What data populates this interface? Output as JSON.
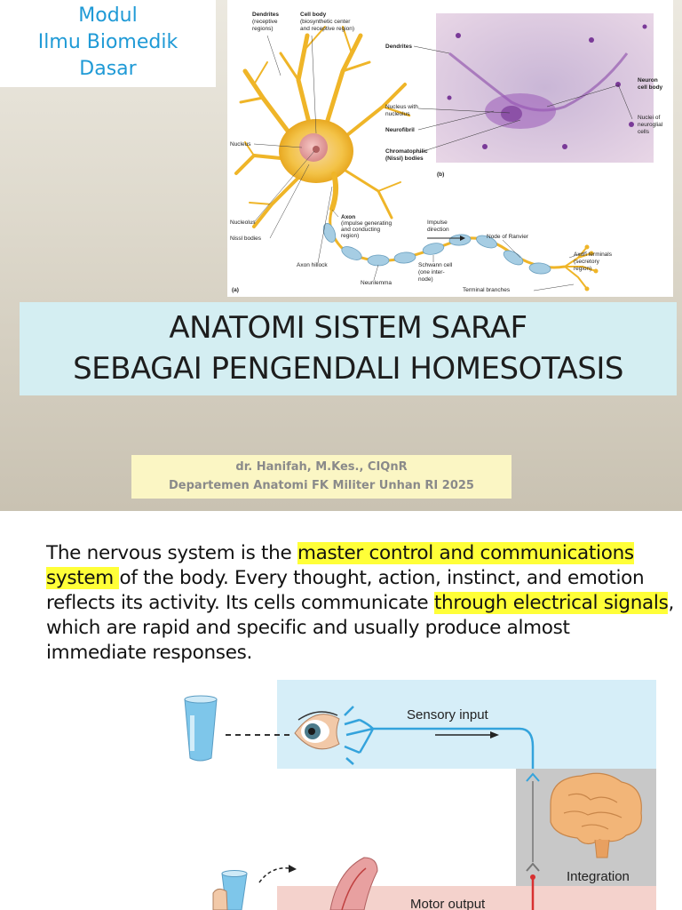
{
  "slide1": {
    "module_lines": [
      "Modul",
      "Ilmu Biomedik",
      "Dasar"
    ],
    "neuron_figure": {
      "label_dendrites": "Dendrites",
      "label_dendrites_sub1": "(receptive",
      "label_dendrites_sub2": "regions)",
      "label_cell_body": "Cell body",
      "label_cell_body_sub1": "(biosynthetic center",
      "label_cell_body_sub2": "and receptive region)",
      "label_nucleus": "Nucleus",
      "label_nucleolus": "Nucleolus",
      "label_nissl": "Nissl bodies",
      "label_axon_hillock": "Axon hillock",
      "label_axon": "Axon",
      "label_axon_sub1": "(impulse generating",
      "label_axon_sub2": "and conducting",
      "label_axon_sub3": "region)",
      "label_impulse1": "Impulse",
      "label_impulse2": "direction",
      "label_node": "Node of Ranvier",
      "label_neurilemma": "Neurilemma",
      "label_schwann1": "Schwann cell",
      "label_schwann2": "(one inter-",
      "label_schwann3": "node)",
      "label_terminals1": "Axon terminals",
      "label_terminals2": "(secretory",
      "label_terminals3": "region)",
      "label_terminal_branches": "Terminal branches",
      "label_a": "(a)",
      "label_b": "(b)",
      "micro_dendrites": "Dendrites",
      "micro_nucleus1": "Nucleus with",
      "micro_nucleus2": "nucleolus",
      "micro_neurofibril": "Neurofibril",
      "micro_chromato1": "Chromatophilic",
      "micro_chromato2": "(Nissl) bodies",
      "micro_neuron1": "Neuron",
      "micro_neuron2": "cell body",
      "micro_nuclei1": "Nuclei of",
      "micro_nuclei2": "neuroglial",
      "micro_nuclei3": "cells"
    },
    "title_lines": [
      "ANATOMI SISTEM SARAF",
      "SEBAGAI PENGENDALI HOMESOTASIS"
    ],
    "author_lines": [
      "dr. Hanifah, M.Kes., CIQnR",
      "Departemen Anatomi FK Militer Unhan RI  2025"
    ]
  },
  "slide2": {
    "intro": {
      "part1": "The nervous system is the ",
      "highlight1": "master control and communications system ",
      "part2": "of the body. Every thought, action, instinct, and emotion reflects its activity. Its cells communicate ",
      "highlight2": "through electrical signals",
      "part3": ", which are rapid and specific and usually produce almost immediate responses."
    },
    "figure": {
      "sensory_input": "Sensory input",
      "integration": "Integration",
      "motor_output": "Motor output"
    }
  },
  "colors": {
    "module_text": "#1f9ad6",
    "title_bg": "#d4eef2",
    "author_bg": "#fbf6c4",
    "highlight": "#ffff38",
    "sensory_band": "#d6eef8",
    "integration_band": "#c8c8c8",
    "motor_band": "#f4d2cc"
  }
}
